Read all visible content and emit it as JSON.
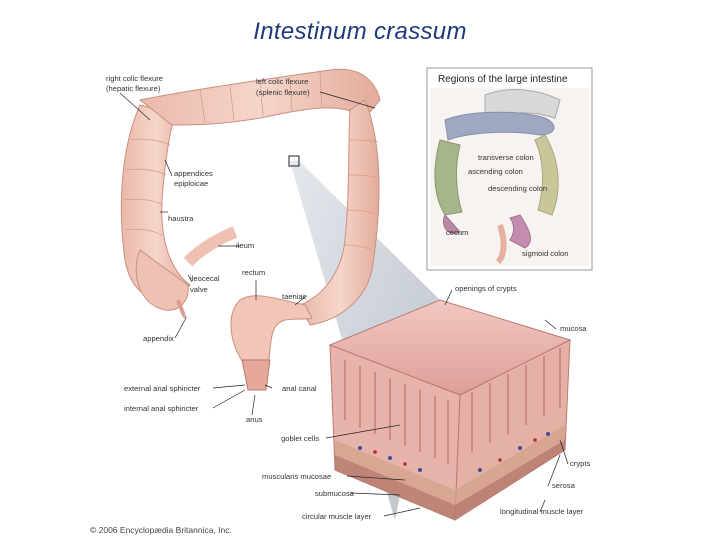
{
  "title": "Intestinum crassum",
  "inset": {
    "title": "Regions of the large intestine",
    "labels": {
      "transverse": "transverse colon",
      "ascending": "ascending colon",
      "descending": "descending colon",
      "cecum": "cecum",
      "sigmoid": "sigmoid colon"
    }
  },
  "labels": {
    "right_flexure_1": "right colic flexure",
    "right_flexure_2": "(hepatic flexure)",
    "left_flexure_1": "left colic flexure",
    "left_flexure_2": "(splenic flexure)",
    "appendices_1": "appendices",
    "appendices_2": "epiploicae",
    "haustra": "haustra",
    "ileum": "ileum",
    "ileocecal_1": "ileocecal",
    "ileocecal_2": "valve",
    "rectum": "rectum",
    "taeniae": "taeniae",
    "appendix": "appendix",
    "external_sphincter": "external anal sphincter",
    "internal_sphincter": "internal anal sphincter",
    "anal_canal": "anal canal",
    "anus": "anus",
    "openings": "openings of crypts",
    "mucosa": "mucosa",
    "goblet": "goblet cells",
    "muscularis": "muscularis mucosae",
    "submucosa": "submucosa",
    "circular": "circular muscle layer",
    "crypts": "crypts",
    "serosa": "serosa",
    "longitudinal": "longitudinal muscle layer"
  },
  "copyright": "© 2006 Encyclopædia Britannica, Inc."
}
